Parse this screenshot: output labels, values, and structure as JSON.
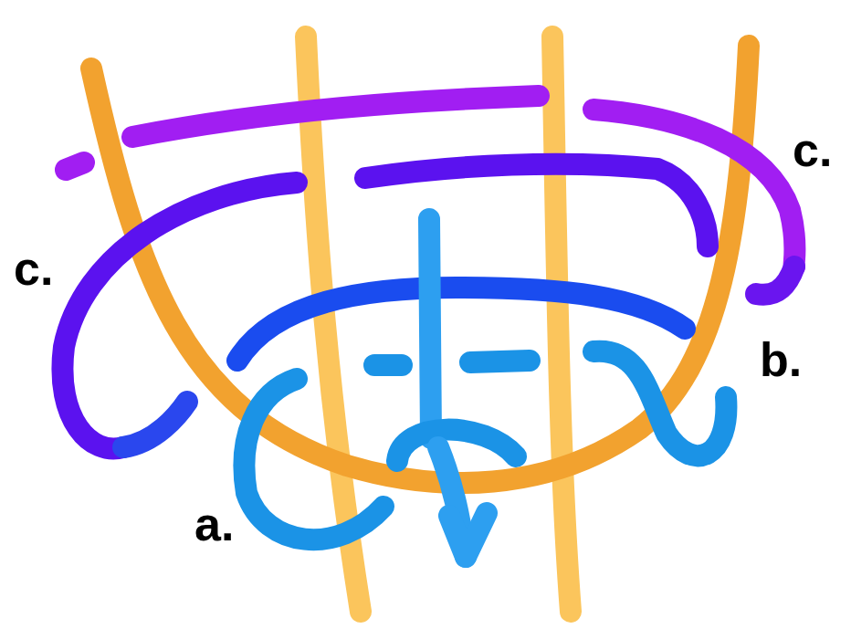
{
  "diagram": {
    "labels": [
      "c.",
      "c.",
      "b.",
      "a."
    ]
  }
}
